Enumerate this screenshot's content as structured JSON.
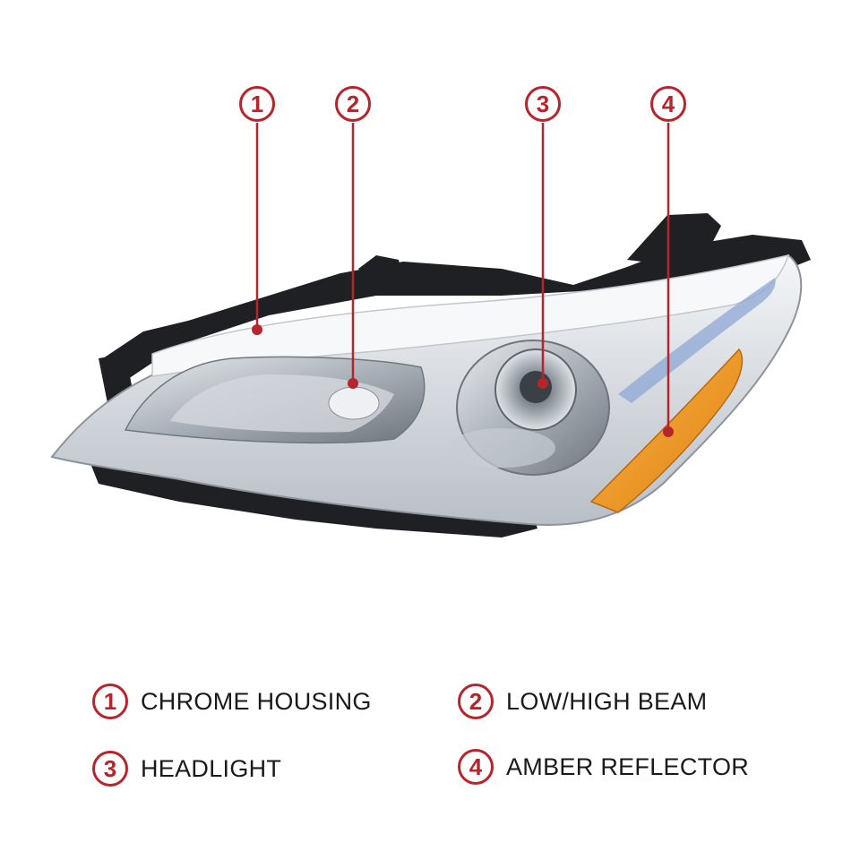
{
  "accent_color": "#b5252b",
  "callouts": [
    {
      "number": "1",
      "label": "CHROME HOUSING"
    },
    {
      "number": "2",
      "label": "LOW/HIGH BEAM"
    },
    {
      "number": "3",
      "label": "HEADLIGHT"
    },
    {
      "number": "4",
      "label": "AMBER REFLECTOR"
    }
  ]
}
